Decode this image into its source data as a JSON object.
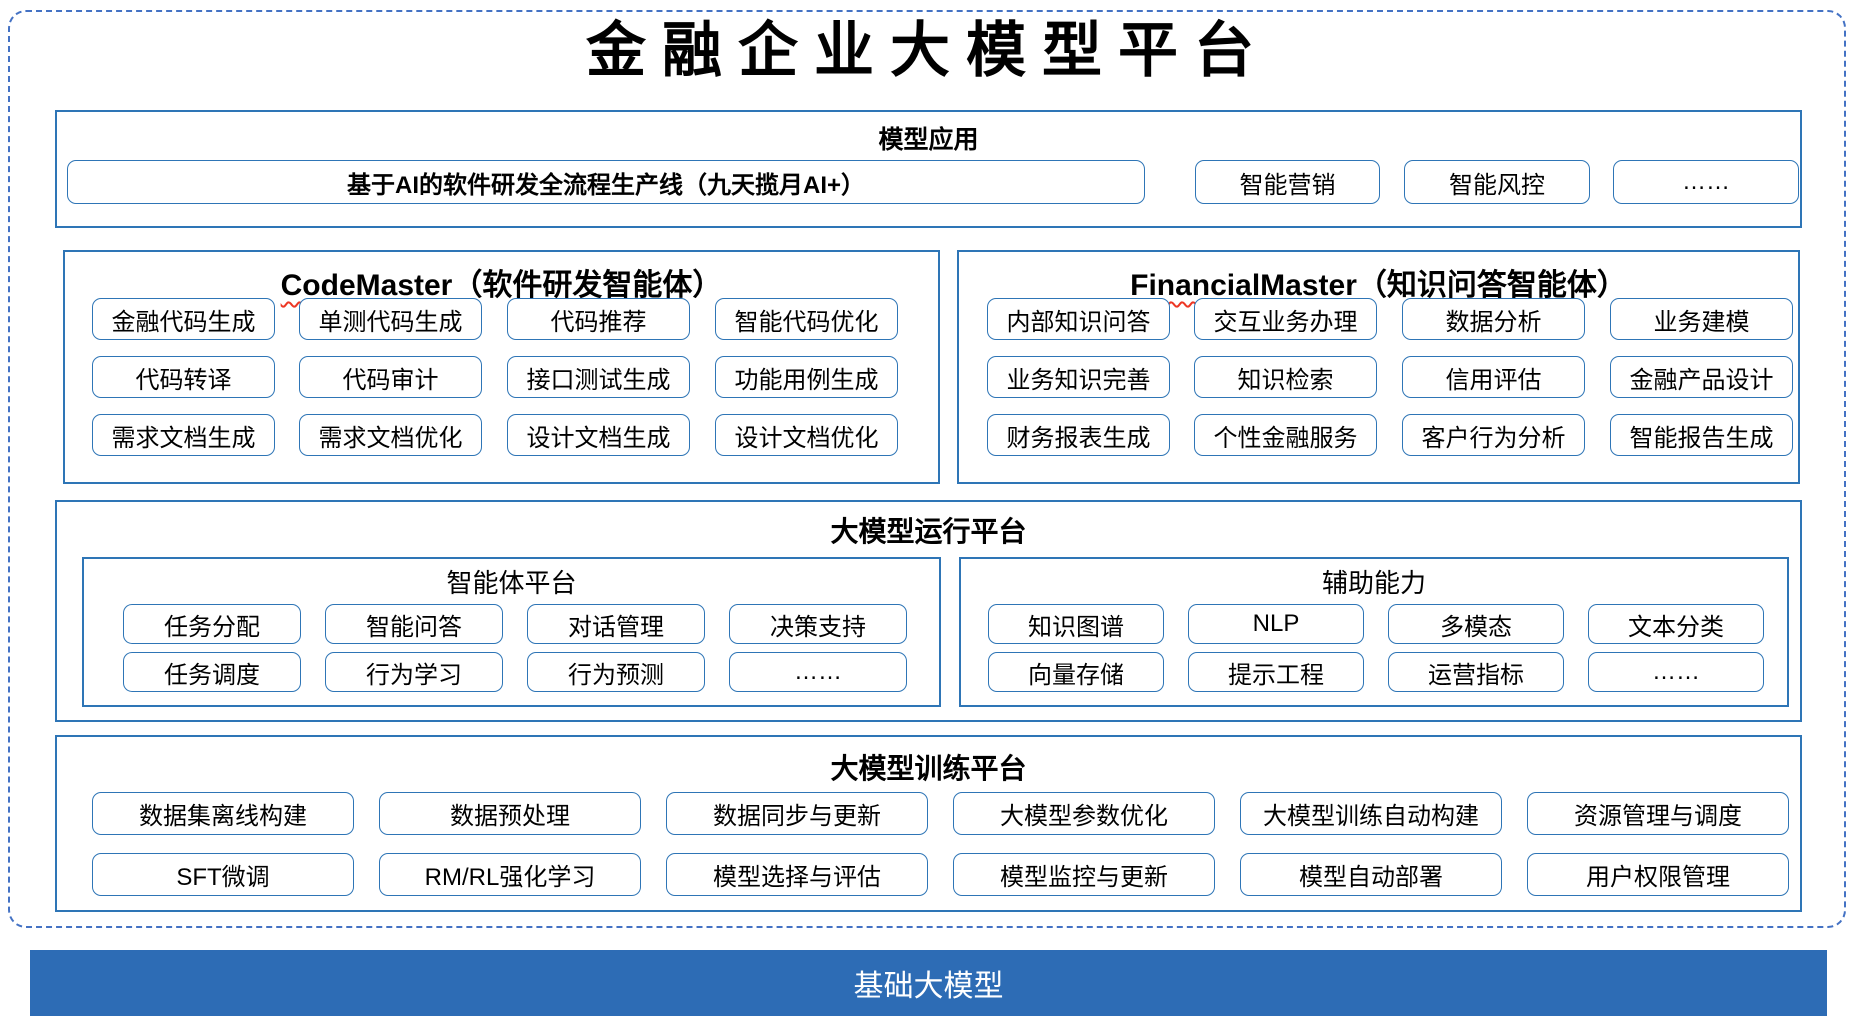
{
  "main_title": "金融企业大模型平台",
  "model_app": {
    "title": "模型应用",
    "pipeline": "基于AI的软件研发全流程生产线（九天揽月AI+）",
    "items": [
      "智能营销",
      "智能风控",
      "……"
    ]
  },
  "codemaster": {
    "title_en": "CodeMaster",
    "title_zh": "（软件研发智能体）",
    "rows": [
      [
        "金融代码生成",
        "单测代码生成",
        "代码推荐",
        "智能代码优化"
      ],
      [
        "代码转译",
        "代码审计",
        "接口测试生成",
        "功能用例生成"
      ],
      [
        "需求文档生成",
        "需求文档优化",
        "设计文档生成",
        "设计文档优化"
      ]
    ]
  },
  "financialmaster": {
    "title_en": "FinancialMaster",
    "title_zh": "（知识问答智能体）",
    "rows": [
      [
        "内部知识问答",
        "交互业务办理",
        "数据分析",
        "业务建模"
      ],
      [
        "业务知识完善",
        "知识检索",
        "信用评估",
        "金融产品设计"
      ],
      [
        "财务报表生成",
        "个性金融服务",
        "客户行为分析",
        "智能报告生成"
      ]
    ]
  },
  "runtime": {
    "title": "大模型运行平台",
    "agent_platform": {
      "title": "智能体平台",
      "rows": [
        [
          "任务分配",
          "智能问答",
          "对话管理",
          "决策支持"
        ],
        [
          "任务调度",
          "行为学习",
          "行为预测",
          "……"
        ]
      ]
    },
    "aux_ability": {
      "title": "辅助能力",
      "rows": [
        [
          "知识图谱",
          "NLP",
          "多模态",
          "文本分类"
        ],
        [
          "向量存储",
          "提示工程",
          "运营指标",
          "……"
        ]
      ]
    }
  },
  "training": {
    "title": "大模型训练平台",
    "rows": [
      [
        "数据集离线构建",
        "数据预处理",
        "数据同步与更新",
        "大模型参数优化",
        "大模型训练自动构建",
        "资源管理与调度"
      ],
      [
        "SFT微调",
        "RM/RL强化学习",
        "模型选择与评估",
        "模型监控与更新",
        "模型自动部署",
        "用户权限管理"
      ]
    ]
  },
  "foundation": {
    "label": "基础大模型"
  },
  "colors": {
    "section_border": "#2E75B6",
    "dashed_border": "#4472C4",
    "foundation_bar": "#2D6CB5",
    "squiggle_red": "#ED3724",
    "text": "#000000"
  }
}
